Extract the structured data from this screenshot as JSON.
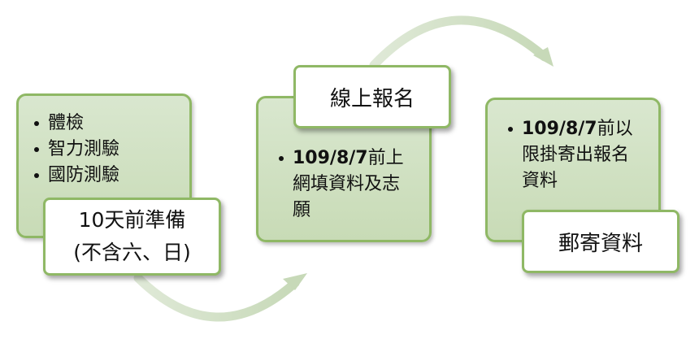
{
  "step1": {
    "bullets": [
      "體檢",
      "智力測驗",
      "國防測驗"
    ],
    "title_line1": "10天前準備",
    "title_line2": "(不含六、日)"
  },
  "step2": {
    "title": "線上報名",
    "bullet_date": "109/8/7",
    "bullet_text1": "前上",
    "bullet_text2": "網填資料及志",
    "bullet_text3": "願"
  },
  "step3": {
    "title": "郵寄資料",
    "bullet_date": "109/8/7",
    "bullet_text1": "前以",
    "bullet_text2": "限掛寄出報名",
    "bullet_text3": "資料"
  },
  "colors": {
    "panel_border": "#8fb865",
    "panel_fill": "#d3e3c5",
    "arrow": "#d9e6cf"
  }
}
